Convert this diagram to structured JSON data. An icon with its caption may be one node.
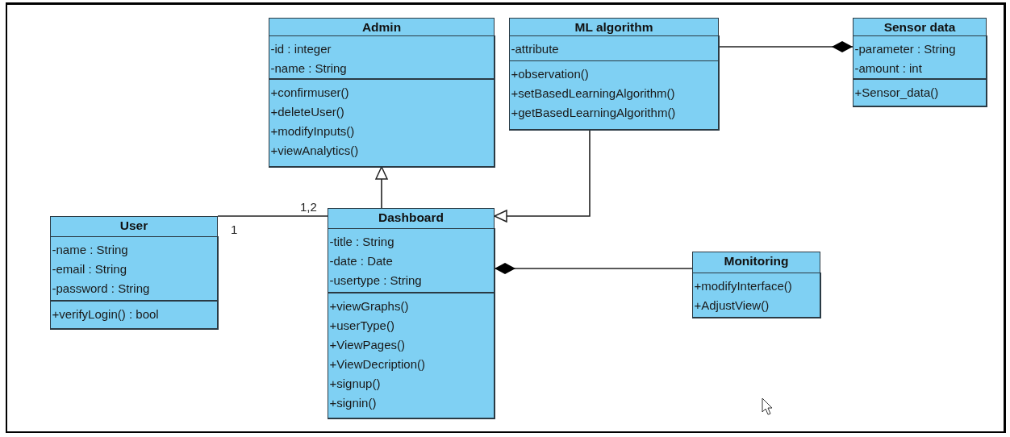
{
  "diagram": {
    "nodes": [
      {
        "text": [
          "Admin"
        ]
      },
      {
        "text": [
          "-id : integer",
          "-name : String"
        ],
        "in": 0
      },
      {
        "text": [
          "+confirmuser()",
          "+deleteUser()",
          "+modifyInputs()",
          "+viewAnalytics()"
        ],
        "in": 0
      },
      {
        "text": [
          "ML algorithm"
        ]
      },
      {
        "text": [
          "-attribute"
        ],
        "in": 3
      },
      {
        "text": [
          "+observation()",
          "+setBasedLearningAlgorithm()",
          "+getBasedLearningAlgorithm()"
        ],
        "in": 3
      },
      {
        "text": [
          "Sensor data"
        ]
      },
      {
        "text": [
          "-parameter : String",
          "-amount : int"
        ],
        "in": 6
      },
      {
        "text": [
          "+Sensor_data()"
        ],
        "in": 6
      },
      {
        "text": [
          "User"
        ]
      },
      {
        "text": [
          "-name : String",
          "-email : String",
          "-password : String"
        ],
        "in": 9
      },
      {
        "text": [
          "+verifyLogin() : bool"
        ],
        "in": 9
      },
      {
        "text": [
          "Dashboard"
        ]
      },
      {
        "text": [
          "-title : String",
          "-date : Date",
          "-usertype : String"
        ],
        "in": 12
      },
      {
        "text": [
          "+viewGraphs()",
          "+userType()",
          "+ViewPages()",
          "+ViewDecription()",
          "+signup()",
          "+signin()"
        ],
        "in": 12
      },
      {
        "text": [
          "Monitoring"
        ]
      },
      {
        "text": [
          "+modifyInterface()",
          "+AdjustView()"
        ],
        "in": 15
      }
    ],
    "edges": [
      {
        "from": 12,
        "to": 0,
        "arrow": "to"
      },
      {
        "from": 3,
        "to": 12,
        "arrow": "to"
      },
      {
        "from": 6,
        "to": 3,
        "arrow": "other"
      },
      {
        "from": 9,
        "to": 12,
        "arrow": "none"
      },
      {
        "from": 12,
        "to": 15,
        "arrow": "other"
      }
    ],
    "labels": [
      "1,2",
      "1"
    ]
  }
}
